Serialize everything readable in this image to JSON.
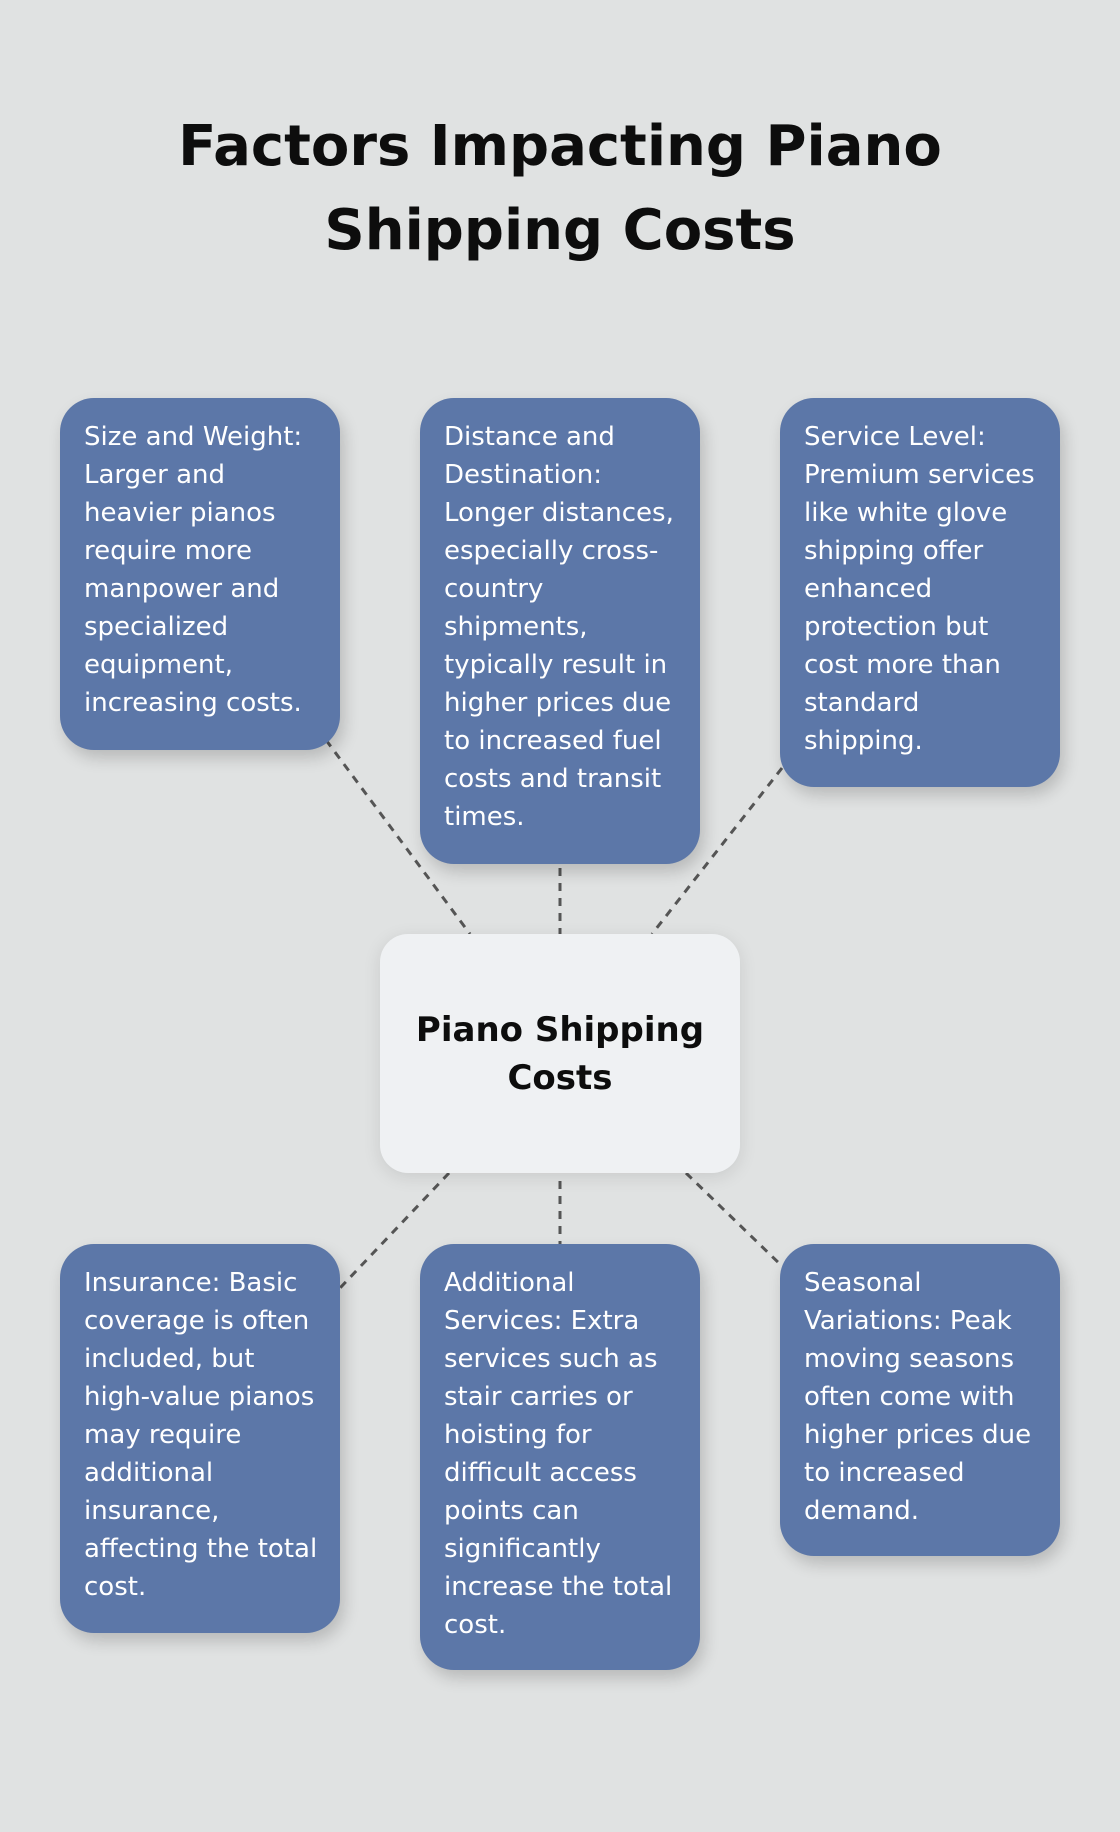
{
  "title": "Factors Impacting Piano Shipping Costs",
  "center": {
    "label": "Piano Shipping Costs"
  },
  "factors": [
    {
      "text": "Size and Weight: Larger and heavier pianos require more manpower and specialized equipment, increasing costs."
    },
    {
      "text": "Distance and Destination: Longer distances, especially cross-country shipments, typically result in higher prices due to increased fuel costs and transit times."
    },
    {
      "text": "Service Level: Premium services like white glove shipping offer enhanced protection but cost more than standard shipping."
    },
    {
      "text": "Insurance: Basic coverage is often included, but high-value pianos may require additional insurance, affecting the total cost."
    },
    {
      "text": "Additional Services: Extra services such as stair carries or hoisting for difficult access points can significantly increase the total cost."
    },
    {
      "text": "Seasonal Variations: Peak moving seasons often come with higher prices due to increased demand."
    }
  ],
  "colors": {
    "background": "#e0e2e2",
    "factor_box": "#5c77a8",
    "center_box": "#eff1f3",
    "connector": "#555555"
  }
}
